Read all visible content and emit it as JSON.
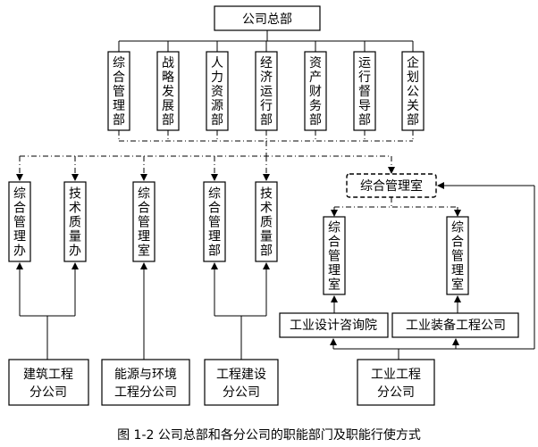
{
  "hq": "公司总部",
  "hq_departments": [
    "综合管理部",
    "战略发展部",
    "人力资源部",
    "经济运行部",
    "资产财务部",
    "运行督导部",
    "企划公关部"
  ],
  "construction": {
    "name": [
      "建筑工程",
      "分公司"
    ],
    "depts": [
      "综合管理办",
      "技术质量办"
    ]
  },
  "energy": {
    "name": [
      "能源与环境",
      "工程分公司"
    ],
    "depts": [
      "综合管理室"
    ]
  },
  "engineering": {
    "name": [
      "工程建设",
      "分公司"
    ],
    "depts": [
      "综合管理部",
      "技术质量部"
    ]
  },
  "industry": {
    "name": [
      "工业工程",
      "分公司"
    ],
    "mgmt_office": "综合管理室",
    "design_institute": "工业设计咨询院",
    "design_dept": "综合管理室",
    "equipment_company": "工业装备工程公司",
    "equipment_dept": "综合管理室"
  },
  "caption": "图 1-2 公司总部和各分公司的职能部门及职能行使方式"
}
